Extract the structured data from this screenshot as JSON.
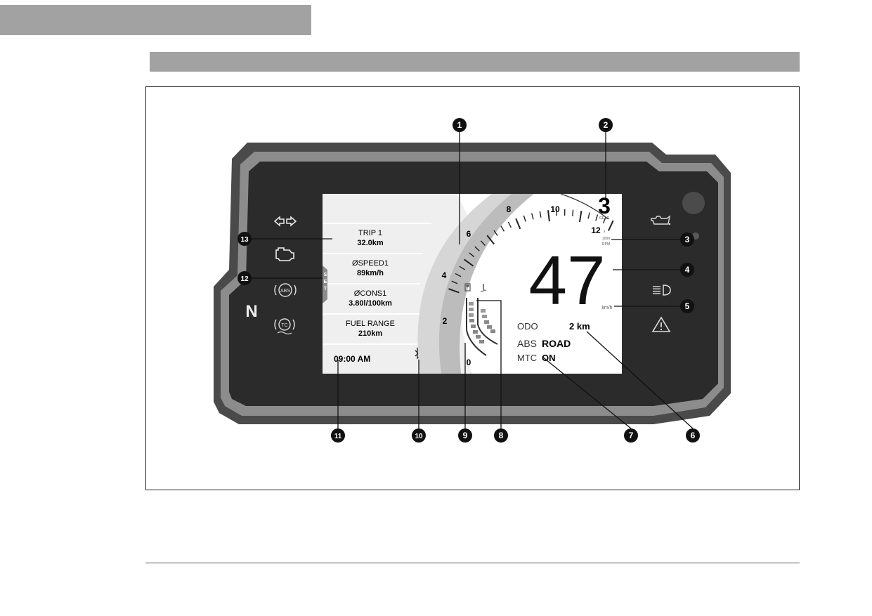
{
  "gauge": {
    "rpm_ticks": [
      "0",
      "2",
      "4",
      "6",
      "8",
      "10",
      "12"
    ],
    "rpm_unit": [
      "x",
      "1000",
      "RPM"
    ],
    "gear_value": "3",
    "gear_label": "GEAR",
    "speed_value": "47",
    "speed_unit": "km/h",
    "set_label": [
      "S",
      "E",
      "T"
    ]
  },
  "info_list": [
    {
      "title": "TRIP 1",
      "value": "32.0km"
    },
    {
      "title": "ØSPEED1",
      "value": "89km/h"
    },
    {
      "title": "ØCONS1",
      "value": "3.80l/100km"
    },
    {
      "title": "FUEL RANGE",
      "value": "210km"
    }
  ],
  "clock": "09:00 AM",
  "readouts": {
    "odo_label": "ODO",
    "odo_value": "2 km",
    "abs_label": "ABS",
    "abs_value": "ROAD",
    "mtc_label": "MTC",
    "mtc_value": "ON"
  },
  "neutral_indicator": "N",
  "abs_lamp_text": "ABS",
  "tc_lamp_text": "TC",
  "callouts": [
    "1",
    "2",
    "3",
    "4",
    "5",
    "6",
    "7",
    "8",
    "9",
    "10",
    "11",
    "12",
    "13"
  ],
  "icons": [
    "turn-signal-icon",
    "engine-check-icon",
    "abs-warning-icon",
    "traction-control-icon",
    "oil-pressure-icon",
    "high-beam-icon",
    "warning-triangle-icon",
    "bluetooth-icon",
    "fuel-icon",
    "coolant-temperature-icon"
  ]
}
